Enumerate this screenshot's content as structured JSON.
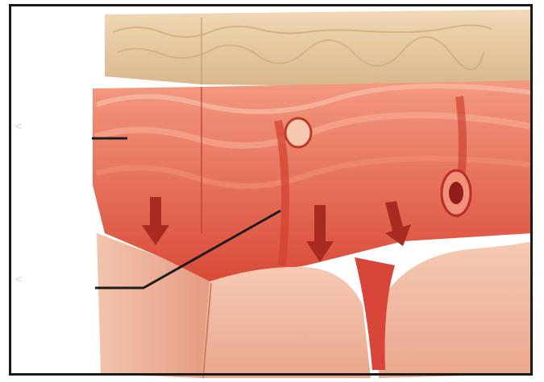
{
  "figure": {
    "cut_off_title": "",
    "subject": "cutaway-illustration-of-meninges",
    "colors": {
      "frame": "#1a1a1a",
      "skull_bone": "#e8c79e",
      "dura_red": "#e25a48",
      "brain_tissue": "#f2b7a0",
      "vessel": "#c0332a",
      "background": "#ffffff"
    },
    "callouts": [
      {
        "id": "callout-upper",
        "label": ""
      },
      {
        "id": "callout-lower",
        "label": ""
      }
    ],
    "arrows": [
      {
        "id": "arrow-left",
        "direction": "down"
      },
      {
        "id": "arrow-middle",
        "direction": "down"
      },
      {
        "id": "arrow-right",
        "direction": "down"
      }
    ]
  }
}
